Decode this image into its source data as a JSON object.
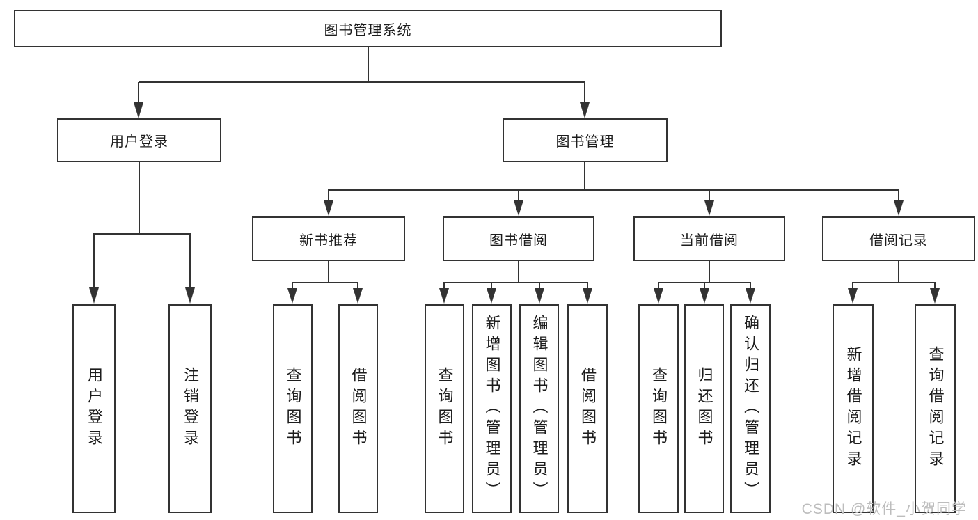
{
  "diagram": {
    "root": {
      "label": "图书管理系统"
    },
    "branches": [
      {
        "label": "用户登录",
        "children": [
          {
            "label": "用户登录"
          },
          {
            "label": "注销登录"
          }
        ]
      },
      {
        "label": "图书管理",
        "children": [
          {
            "label": "新书推荐",
            "children": [
              {
                "label": "查询图书"
              },
              {
                "label": "借阅图书"
              }
            ]
          },
          {
            "label": "图书借阅",
            "children": [
              {
                "label": "查询图书"
              },
              {
                "label": "新增图书（管理员）"
              },
              {
                "label": "编辑图书（管理员）"
              },
              {
                "label": "借阅图书"
              }
            ]
          },
          {
            "label": "当前借阅",
            "children": [
              {
                "label": "查询图书"
              },
              {
                "label": "归还图书"
              },
              {
                "label": "确认归还（管理员）"
              }
            ]
          },
          {
            "label": "借阅记录",
            "children": [
              {
                "label": "新增借阅记录"
              },
              {
                "label": "查询借阅记录"
              }
            ]
          }
        ]
      }
    ]
  },
  "watermark": {
    "text": "CSDN @软件_小贺同学"
  },
  "colors": {
    "line": "#333333",
    "box_border": "#333333",
    "text": "#1c1c1c",
    "watermark": "#bdbdbd",
    "background": "#ffffff"
  }
}
